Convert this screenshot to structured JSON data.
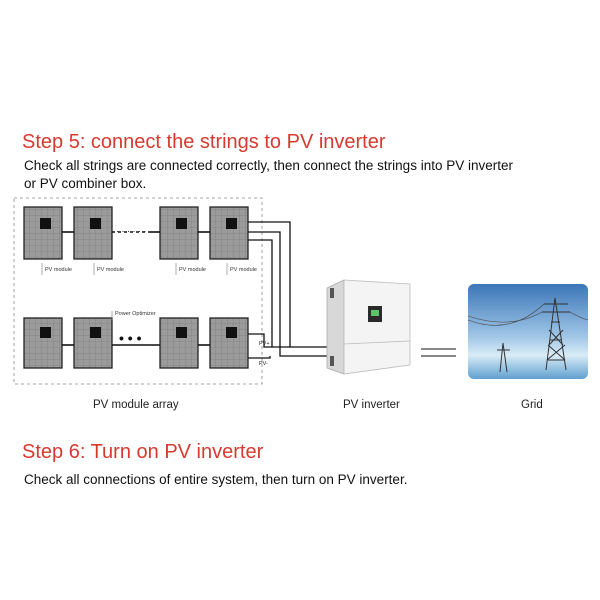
{
  "step5": {
    "title": "Step 5: connect the strings to PV inverter",
    "description_line1": "Check all strings are connected correctly, then connect the strings into PV inverter",
    "description_line2": "or PV combiner box."
  },
  "diagram": {
    "module_label": "PV module",
    "optimizer_label": "Power Optimizer",
    "pv_plus": "PV+",
    "pv_minus": "PV-",
    "ellipsis": "• • •",
    "captions": {
      "array": "PV module array",
      "inverter": "PV inverter",
      "grid": "Grid"
    }
  },
  "step6": {
    "title": "Step 6: Turn on PV inverter",
    "description": "Check all connections of entire system, then turn on PV inverter."
  },
  "colors": {
    "heading": "#d63a2f",
    "panel": "#9a9a9a",
    "wire": "#111111",
    "sky": "#6fa8d6"
  }
}
